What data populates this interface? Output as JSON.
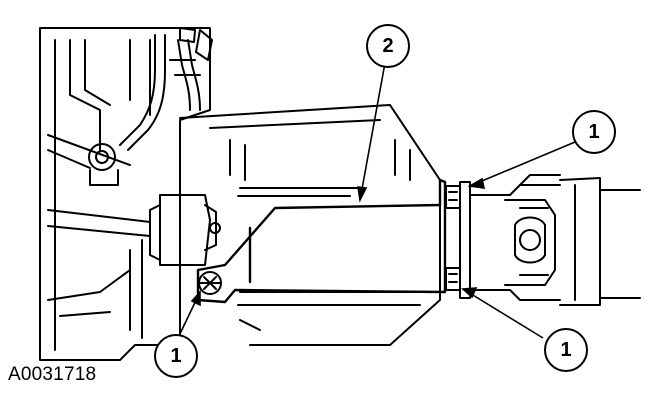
{
  "figure": {
    "id": "A0031718"
  },
  "callouts": [
    {
      "key": "c1_upper",
      "label": "1"
    },
    {
      "key": "c2_top",
      "label": "2"
    },
    {
      "key": "c1_right",
      "label": "1"
    },
    {
      "key": "c1_left",
      "label": "1"
    }
  ],
  "colors": {
    "ink": "#000000",
    "paper": "#ffffff"
  }
}
